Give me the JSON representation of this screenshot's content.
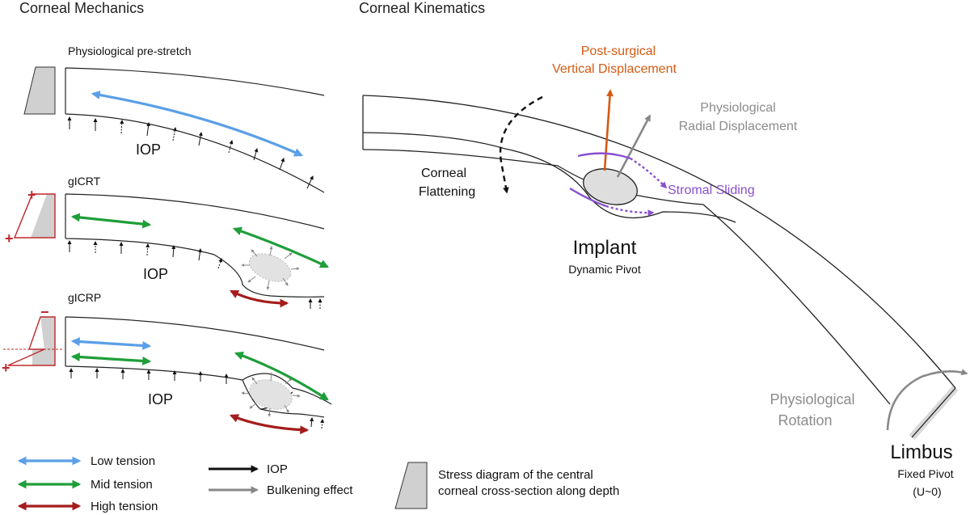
{
  "headings": {
    "mechanics": "Corneal Mechanics",
    "kinematics": "Corneal Kinematics"
  },
  "panels": {
    "pre_stretch": {
      "title": "Physiological pre-stretch",
      "pressure": "IOP"
    },
    "gicrt": {
      "title": "gICRT",
      "pressure": "IOP",
      "sign_top": "+",
      "sign_bottom": "+"
    },
    "gicrp": {
      "title": "gICRP",
      "pressure": "IOP",
      "sign_top": "−",
      "sign_bottom": "+"
    }
  },
  "kinematics": {
    "vertical_displacement": [
      "Post-surgical",
      "Vertical Displacement"
    ],
    "radial_displacement": [
      "Physiological",
      "Radial Displacement"
    ],
    "corneal_flattening": [
      "Corneal",
      "Flattening"
    ],
    "stromal_sliding": "Stromal Sliding",
    "implant": "Implant",
    "implant_pivot": "Dynamic Pivot",
    "rotation": [
      "Physiological",
      "Rotation"
    ],
    "limbus": "Limbus",
    "limbus_pivot": "Fixed Pivot",
    "limbus_u": "(U~0)"
  },
  "legend": {
    "low": "Low tension",
    "mid": "Mid tension",
    "high": "High tension",
    "iop": "IOP",
    "bulkening": "Bulkening effect",
    "stress": [
      "Stress diagram of the central",
      "corneal cross-section along depth"
    ]
  },
  "colors": {
    "low_tension": "#5a9fe8",
    "mid_tension": "#1f9e3a",
    "high_tension": "#a51c1c",
    "vertical": "#d45a12",
    "radial": "#8c8c8c",
    "sliding": "#8a4fd0",
    "sign": "#c0282d"
  }
}
